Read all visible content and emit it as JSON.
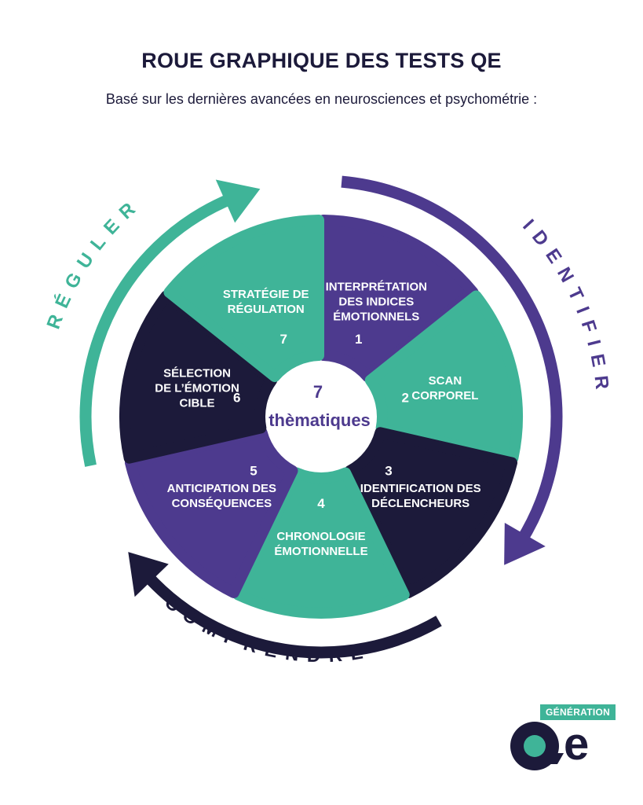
{
  "header": {
    "title": "ROUE GRAPHIQUE DES TESTS QE",
    "subtitle": "Basé sur les dernières avancées en neurosciences et psychométrie :"
  },
  "center": {
    "number": "7",
    "label": "thèmatiques"
  },
  "segments": [
    {
      "number": "1",
      "lines": [
        "INTERPRÉTATION",
        "DES INDICES",
        "ÉMOTIONNELS"
      ],
      "color": "#4d3a8e"
    },
    {
      "number": "2",
      "lines": [
        "SCAN",
        "CORPOREL"
      ],
      "color": "#3fb498"
    },
    {
      "number": "3",
      "lines": [
        "IDENTIFICATION DES",
        "DÉCLENCHEURS"
      ],
      "color": "#1c1a3a"
    },
    {
      "number": "4",
      "lines": [
        "CHRONOLOGIE",
        "ÉMOTIONNELLE"
      ],
      "color": "#3fb498"
    },
    {
      "number": "5",
      "lines": [
        "ANTICIPATION DES",
        "CONSÉQUENCES"
      ],
      "color": "#4d3a8e"
    },
    {
      "number": "6",
      "lines": [
        "SÉLECTION",
        "DE L’ÉMOTION",
        "CIBLE"
      ],
      "color": "#1c1a3a"
    },
    {
      "number": "7",
      "lines": [
        "STRATÉGIE DE",
        "RÉGULATION"
      ],
      "color": "#3fb498"
    }
  ],
  "cycle": {
    "identifier": {
      "label": "IDENTIFIER",
      "color": "#4d3a8e"
    },
    "comprendre": {
      "label": "COMPRENDRE",
      "color": "#1c1a3a"
    },
    "reguler": {
      "label": "RÉGULER",
      "color": "#3fb498"
    }
  },
  "logo": {
    "tag": "GÉNÉRATION",
    "letters": "Qe"
  }
}
